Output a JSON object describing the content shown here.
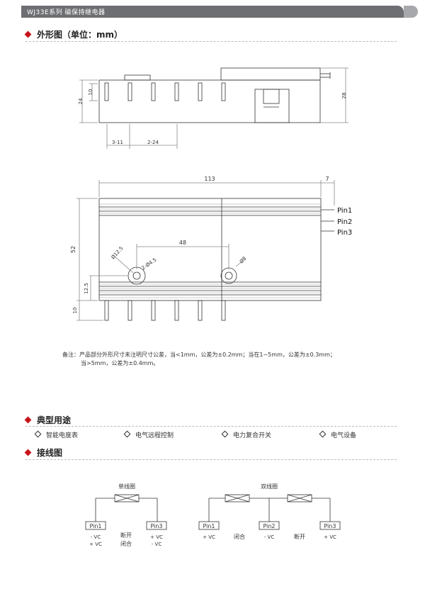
{
  "header": {
    "series_title": "WJ33E系列   磁保持继电器"
  },
  "sections": {
    "dimensions": "外形图（单位：mm）",
    "applications": "典型用途",
    "wiring": "接线图"
  },
  "dims": {
    "top_view": {
      "d_10": "10",
      "d_24": "24",
      "d_28": "28",
      "pitch_a": "3-11",
      "pitch_b": "2-24"
    },
    "front_view": {
      "d_113": "113",
      "d_7": "7",
      "d_52": "52",
      "d_48": "48",
      "d_12_5": "12.5",
      "d_10": "10",
      "hole_big": "Ø12.5",
      "hole_small": "2-Ø4.5",
      "hole_8": "Ø8"
    },
    "pins": [
      "Pin1",
      "Pin2",
      "Pin3"
    ]
  },
  "note": {
    "line1": "备注：产品部分外形尺寸未注明尺寸公差，当<1mm，公差为±0.2mm；当在1~5mm，公差为±0.3mm；",
    "line2": "当>5mm，公差为±0.4mm。"
  },
  "applications": [
    "智能电度表",
    "电气远程控制",
    "电力复合开关",
    "电气设备"
  ],
  "wiring": {
    "single": {
      "title": "单线圈",
      "pin_a": "Pin1",
      "pin_b": "Pin3",
      "pol_a1": "- VC",
      "pol_a2": "+ VC",
      "state_1": "断开",
      "state_2": "闭合",
      "pol_b1": "+ VC",
      "pol_b2": "- VC"
    },
    "double": {
      "title": "双线圈",
      "pin_a": "Pin1",
      "pin_b": "Pin2",
      "pin_c": "Pin3",
      "pol_a": "+ VC",
      "state_1": "闭合",
      "pol_b": "- VC",
      "state_2": "断开",
      "pol_c": "+ VC"
    }
  },
  "colors": {
    "accent": "#c8151b",
    "header": "#6d6f72",
    "line": "#333333"
  }
}
